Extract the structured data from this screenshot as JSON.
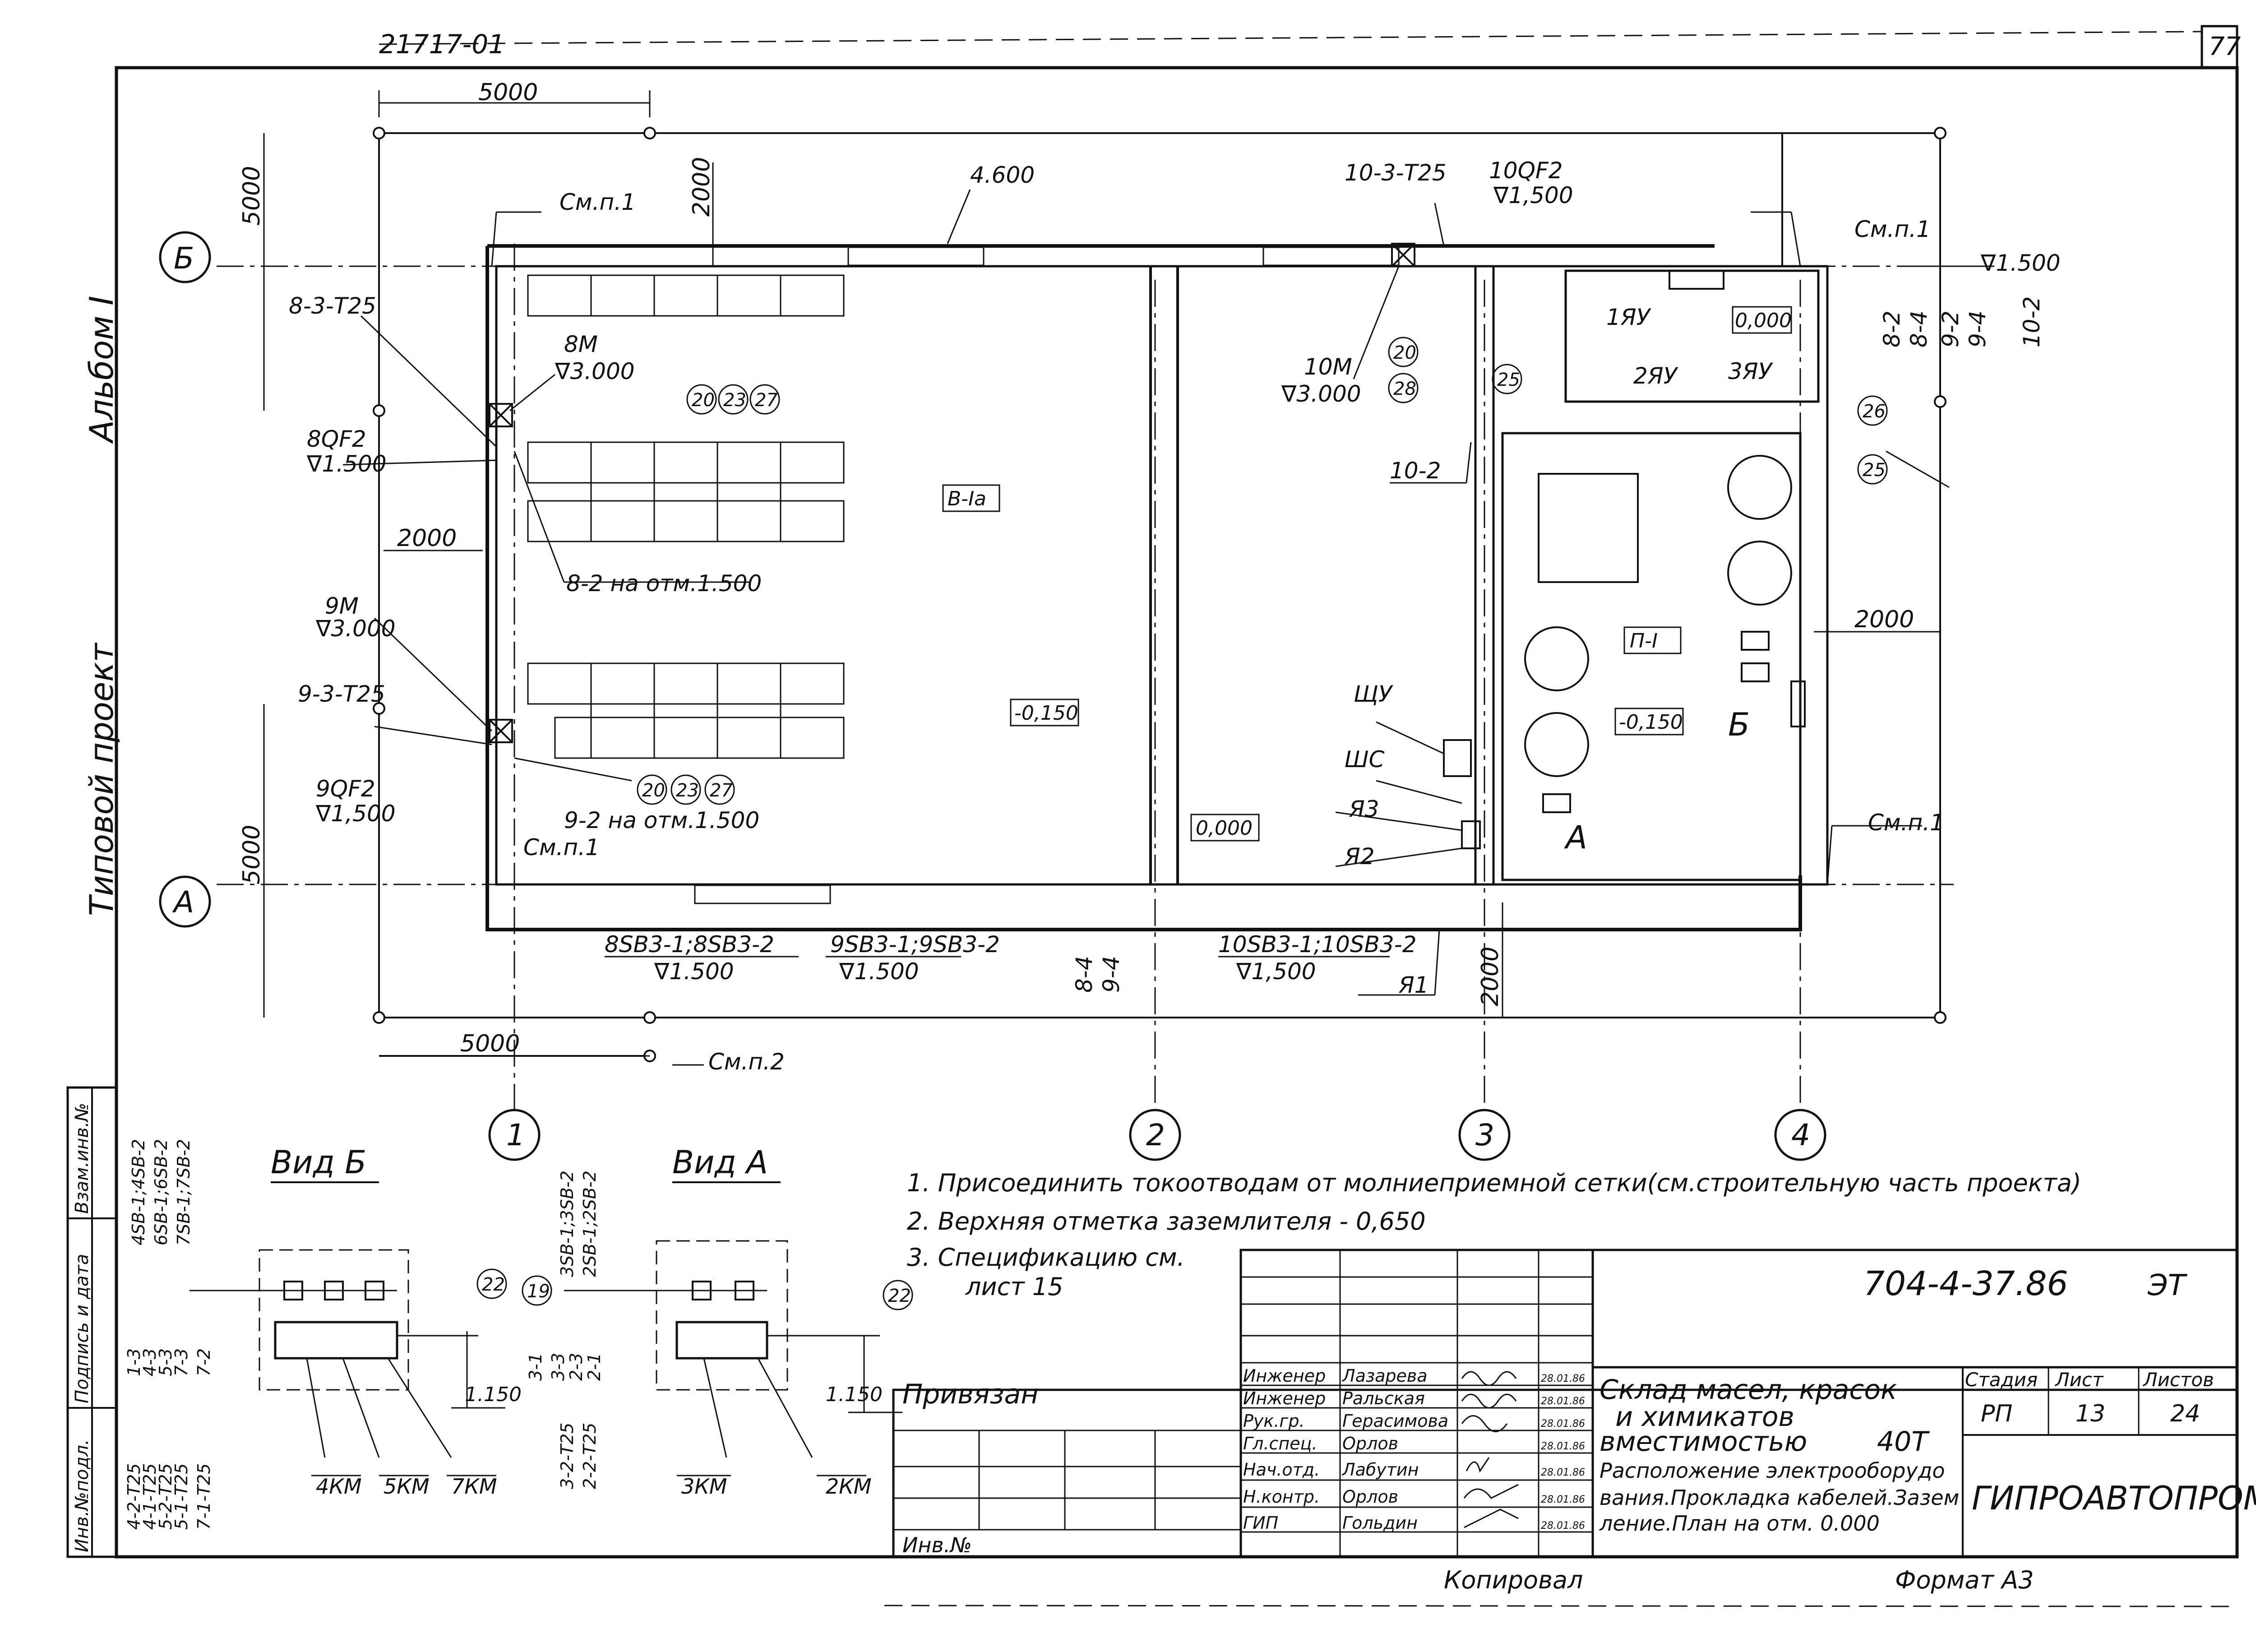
{
  "header": {
    "doc_top": "21717-01",
    "page_no": "77"
  },
  "side": {
    "album": "Альбом I",
    "project": "Типовой проект",
    "inv_podl": "Инв.№подл.",
    "podpis": "Подпись и дата",
    "vzam": "Взам.инв.№"
  },
  "axes": {
    "b": "Б",
    "a": "А",
    "c1": "1",
    "c2": "2",
    "c3": "3",
    "c4": "4"
  },
  "dims": {
    "d5000_top": "5000",
    "d2000_top": "2000",
    "d5000_left_top": "5000",
    "d5000_left_bot": "5000",
    "d2000_left": "2000",
    "d5000_bot": "5000",
    "d2000_bot": "2000",
    "d2000_right": "2000"
  },
  "labels": {
    "smp1_a": "См.п.1",
    "smp1_b": "См.п.1",
    "smp1_c": "См.п.1",
    "smp1_d": "См.п.1",
    "smp2": "См.п.2",
    "l_8_3_t25": "8-3-Т25",
    "l_8m": "8М",
    "l_8m_lvl": "∇3.000",
    "l_8qf2": "8QF2",
    "l_8qf2_lvl": "∇1.500",
    "l_8_2": "8-2 на отм.1.500",
    "l_9m": "9М",
    "l_9m_lvl": "∇3.000",
    "l_9_3_t25": "9-3-Т25",
    "l_9qf2": "9QF2",
    "l_9qf2_lvl": "∇1,500",
    "l_9_2": "9-2 на отм.1.500",
    "l_4600": "4.600",
    "l_10_3_t25": "10-3-Т25",
    "l_10qf2": "10QF2",
    "l_10qf2_lvl": "∇1,500",
    "l_10m": "10М",
    "l_10m_lvl": "∇3.000",
    "l_10_2": "10-2",
    "l_1yau": "1ЯУ",
    "l_2yau": "2ЯУ",
    "l_3yau": "3ЯУ",
    "l_lvl_1500": "∇1.500",
    "l_82": "8-2",
    "l_84": "8-4",
    "l_92": "9-2",
    "l_94": "9-4",
    "l_102": "10-2",
    "l_84b": "8-4",
    "l_94b": "9-4",
    "room_b1a": "В-Iа",
    "room_p1": "П-I",
    "lvl_m150": "-0,150",
    "lvl_m150b": "-0,150",
    "lvl_0a": "0,000",
    "lvl_0b": "0,000",
    "l_shu": "ЩУ",
    "l_shs": "ШС",
    "l_ya3": "Я3",
    "l_ya2": "Я2",
    "l_ya1": "Я1",
    "l_view_b": "Б",
    "l_view_a": "А",
    "l_8sb": "8SB3-1;8SB3-2",
    "l_8sb_lvl": "∇1.500",
    "l_9sb": "9SB3-1;9SB3-2",
    "l_9sb_lvl": "∇1.500",
    "l_10sb": "10SB3-1;10SB3-2",
    "l_10sb_lvl": "∇1,500",
    "c20": "20",
    "c23": "23",
    "c27": "27",
    "c28": "28",
    "c25": "25",
    "c26": "26",
    "c22": "22",
    "c19": "19"
  },
  "views": {
    "vid_b": "Вид Б",
    "vid_a": "Вид А",
    "vb_col": [
      "4SB-1;4SB-2",
      "6SB-1;6SB-2",
      "7SB-1;7SB-2"
    ],
    "vb_mid": [
      "1-3",
      "4-3",
      "5-3",
      "7-3",
      "7-2"
    ],
    "vb_bot": [
      "4-2-Т25",
      "4-1-Т25",
      "5-2-Т25",
      "5-1-Т25",
      "7-1-Т25"
    ],
    "va_col": [
      "3SB-1;3SB-2",
      "2SB-1;2SB-2"
    ],
    "va_mid": [
      "3-1",
      "3-3",
      "2-3",
      "2-1"
    ],
    "va_bot": [
      "3-2-Т25",
      "2-2-Т25"
    ],
    "lvl1150a": "1.150",
    "lvl1150b": "1.150",
    "km4": "4КМ",
    "km5": "5КМ",
    "km7": "7КМ",
    "km3": "3КМ",
    "km2": "2КМ"
  },
  "notes": [
    "1. Присоединить токоотводам от молниеприемной сетки(см.строительную часть проекта)",
    "2. Верхняя отметка заземлителя - 0,650",
    "3. Спецификацию см.",
    "лист 15"
  ],
  "stamp": {
    "privyazan": "Привязан",
    "inv": "Инв.№",
    "code": "704-4-37.86",
    "code_suffix": "ЭТ",
    "rows": [
      {
        "role": "Инженер",
        "name": "Лазарева",
        "date": "28.01.86"
      },
      {
        "role": "Инженер",
        "name": "Ральская",
        "date": "28.01.86"
      },
      {
        "role": "Рук.гр.",
        "name": "Герасимова",
        "date": "28.01.86"
      },
      {
        "role": "Гл.спец.",
        "name": "Орлов",
        "date": "28.01.86"
      },
      {
        "role": "Нач.отд.",
        "name": "Лабутин",
        "date": "28.01.86"
      },
      {
        "role": "Н.контр.",
        "name": "Орлов",
        "date": "28.01.86"
      },
      {
        "role": "ГИП",
        "name": "Гольдин",
        "date": "28.01.86"
      }
    ],
    "title1": "Склад масел, красок",
    "title2": "и химикатов",
    "title3": "вместимостью",
    "title_cap": "40Т",
    "stage_h": "Стадия",
    "sheet_h": "Лист",
    "sheets_h": "Листов",
    "stage": "РП",
    "sheet": "13",
    "sheets": "24",
    "desc1": "Расположение электрооборудо",
    "desc2": "вания.Прокладка кабелей.Зазем",
    "desc3": "ление.План на отм. 0.000",
    "org": "ГИПРОАВТОПРОМ",
    "copied": "Копировал",
    "format": "Формат А3"
  }
}
